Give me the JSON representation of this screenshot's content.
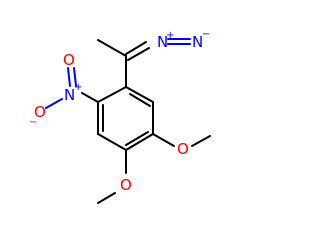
{
  "colors": {
    "bond": "#000000",
    "nitrogen": "#0000ff",
    "oxygen": "#ff0000",
    "background": "#ffffff"
  },
  "atoms": {
    "diazo_n1": "N",
    "diazo_n1_charge": "+",
    "diazo_n2": "N",
    "diazo_n2_charge": "−",
    "nitro_n": "N",
    "nitro_n_charge": "+",
    "nitro_o_top": "O",
    "nitro_o_left": "O",
    "nitro_o_left_charge": "−",
    "methoxy_o_right": "O",
    "methoxy_o_bottom": "O"
  }
}
